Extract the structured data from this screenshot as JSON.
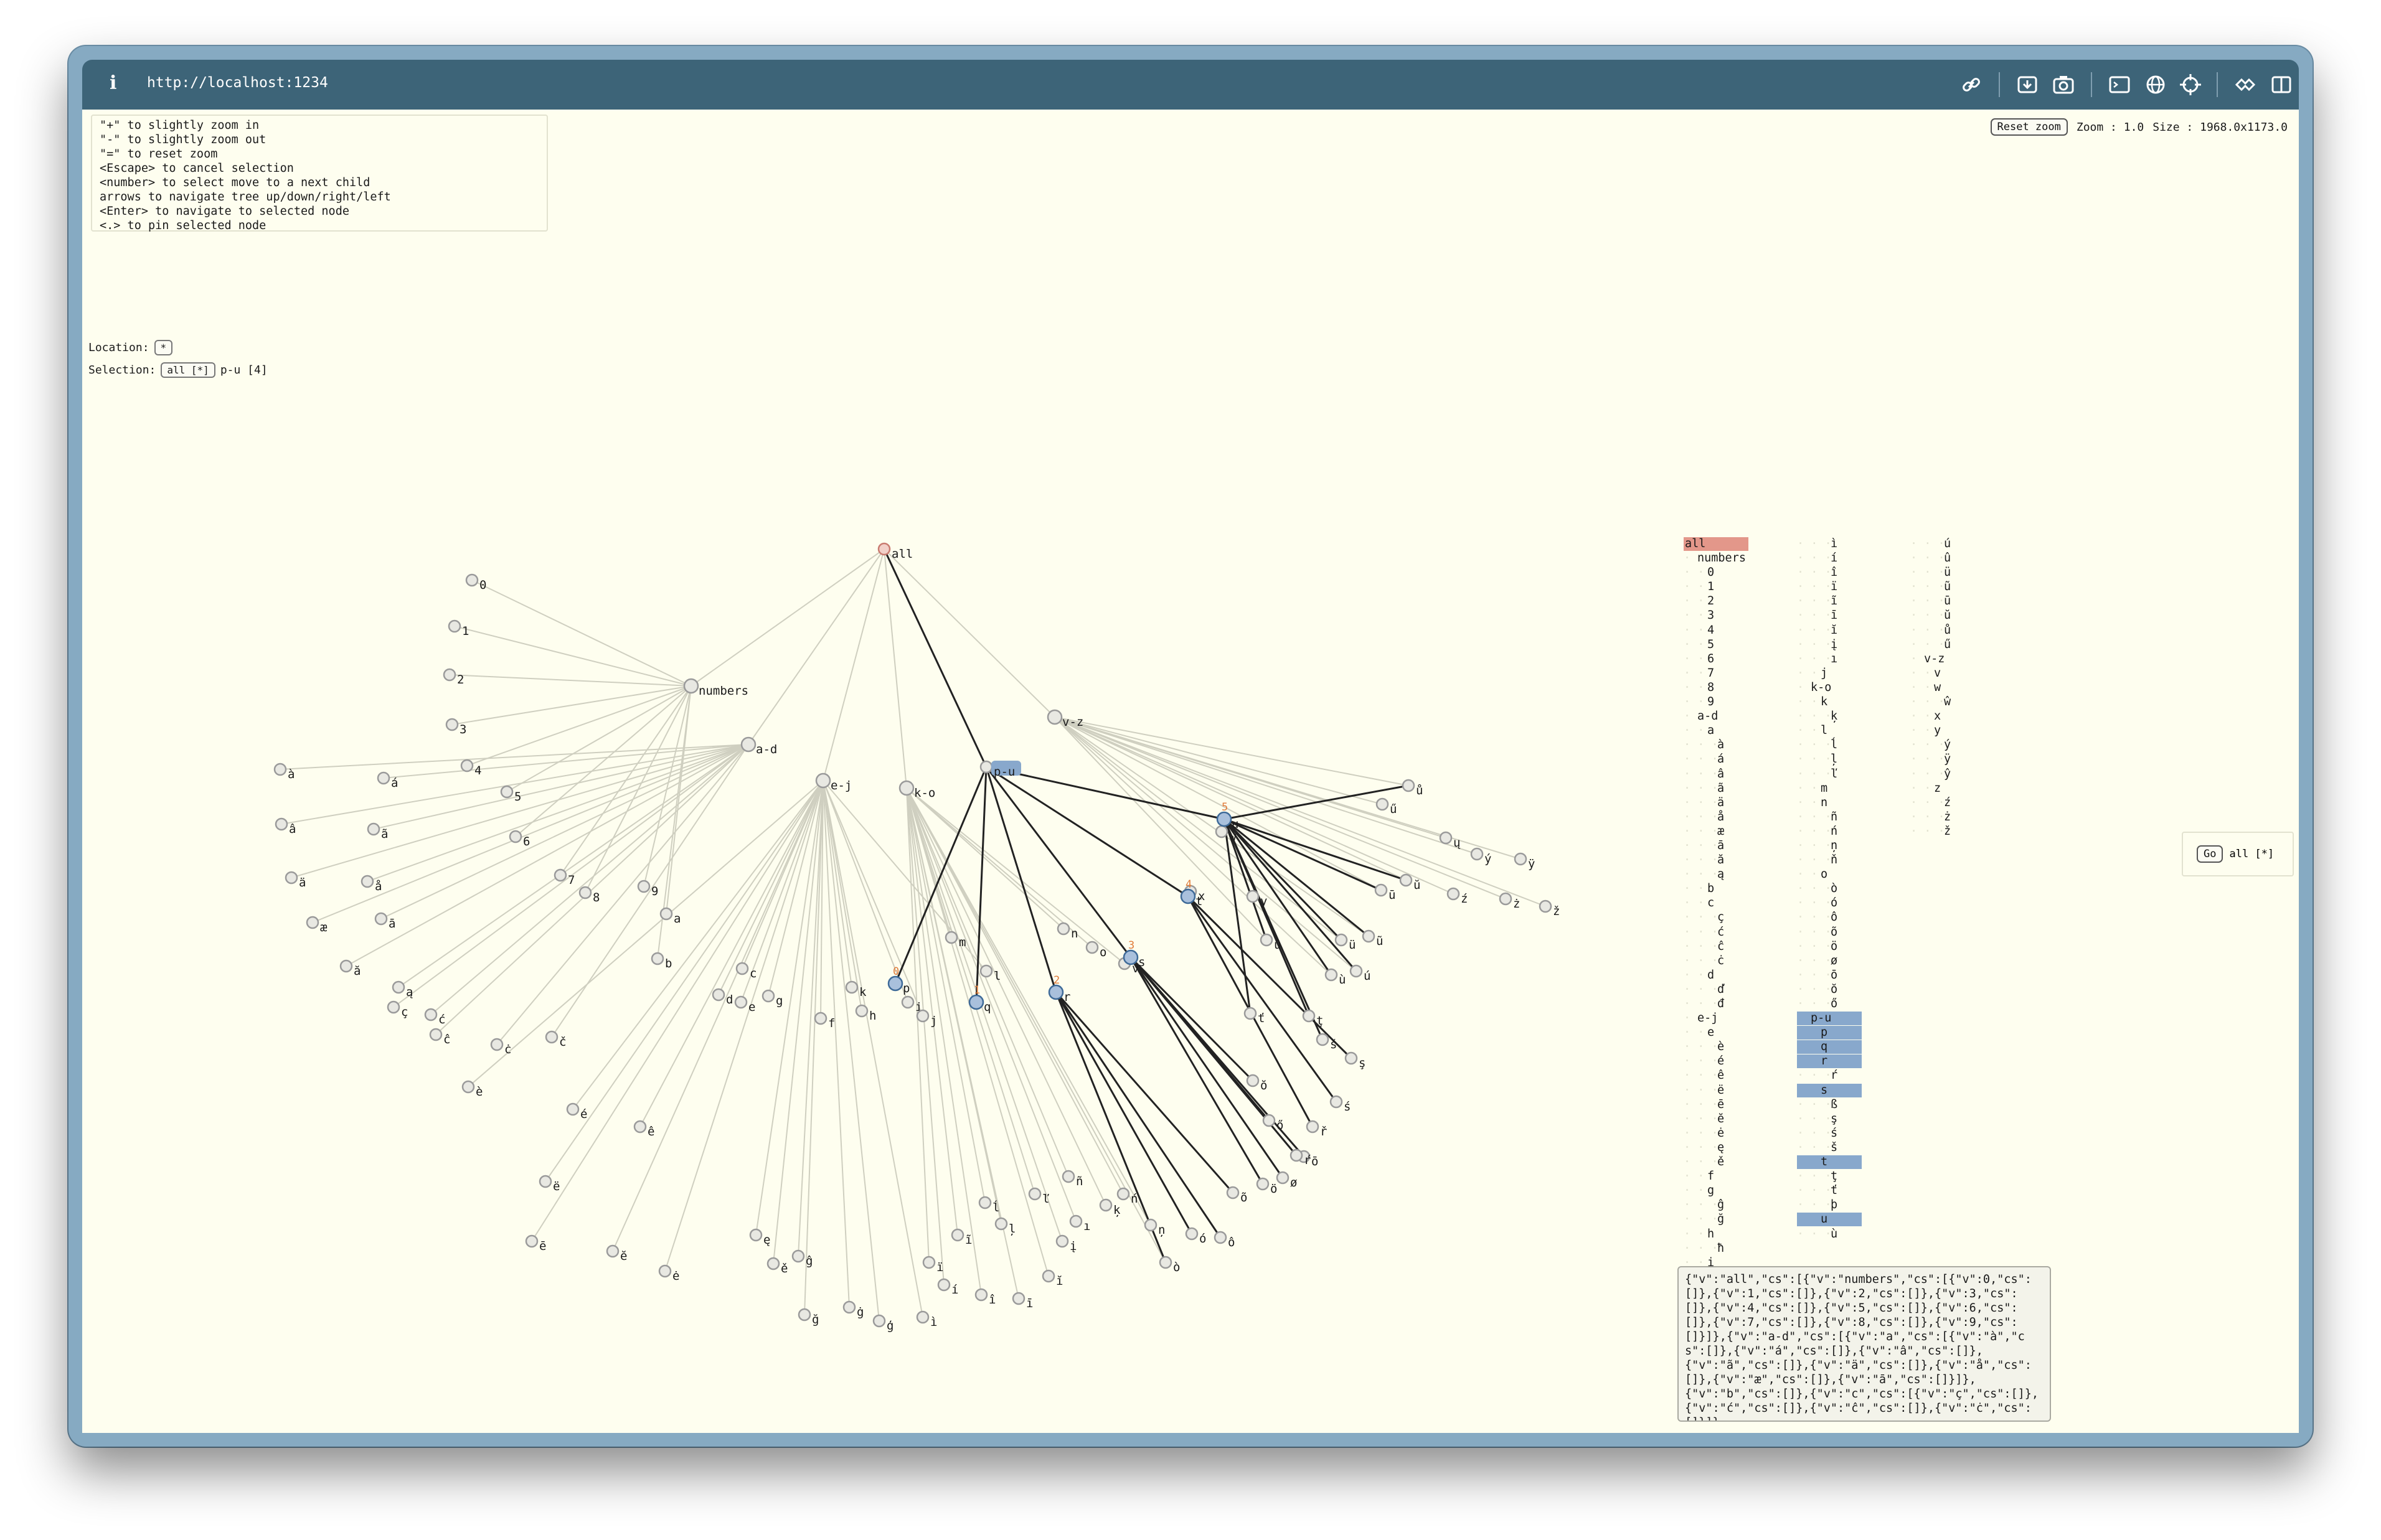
{
  "browser": {
    "url": "http://localhost:1234",
    "info_label": "i"
  },
  "help_lines": [
    "\"+\" to slightly zoom in",
    "\"-\" to slightly zoom out",
    "\"=\" to reset zoom",
    "<Escape> to cancel selection",
    "<number> to select move to a next child",
    "arrows to navigate tree up/down/right/left",
    "<Enter> to navigate to selected node",
    "<.> to pin selected node"
  ],
  "zoom": {
    "reset_label": "Reset zoom",
    "zoom_text": "Zoom : 1.0",
    "size_text": "Size : 1968.0x1173.0"
  },
  "location": {
    "label": "Location:",
    "value": "*"
  },
  "selection": {
    "label": "Selection:",
    "chip": "all [*]",
    "current": "p-u [4]"
  },
  "go": {
    "button": "Go",
    "target": "all [*]"
  },
  "colors": {
    "background": "#fefeef",
    "titlebar": "#3d6478",
    "highlight": "#88a8cc",
    "root": "#e3978a",
    "edge_active": "#222222",
    "edge": "#cfcfc0"
  },
  "graph": {
    "root": "all",
    "numbers_group": "numbers",
    "groups": [
      "a-d",
      "e-j",
      "k-o",
      "p-u",
      "v-z"
    ],
    "selected_children": [
      "p",
      "q",
      "r",
      "s",
      "t",
      "u"
    ],
    "child_indexes": [
      "0",
      "1",
      "2",
      "3",
      "4",
      "5"
    ],
    "number_leaves": [
      "0",
      "1",
      "2",
      "3"
    ],
    "leaves": [
      "à",
      "á",
      "â",
      "ã",
      "ä",
      "å",
      "æ",
      "ā",
      "ă",
      "ą",
      "ç",
      "ć",
      "ĉ",
      "ċ",
      "č",
      "è",
      "é",
      "ê",
      "ë",
      "ē",
      "ĕ",
      "ė",
      "ę",
      "ě",
      "ĝ",
      "ğ",
      "ġ",
      "ģ",
      "ì",
      "í",
      "î",
      "ï",
      "ĩ",
      "ī",
      "ĭ",
      "į",
      "ı",
      "ķ",
      "ĺ",
      "ļ",
      "ľ",
      "ñ",
      "ń",
      "ņ",
      "ò",
      "ó",
      "ô",
      "õ",
      "ö",
      "ø",
      "ō",
      "ŏ",
      "ő",
      "ŕ",
      "ř",
      "ś",
      "ş",
      "š",
      "ţ",
      "ť",
      "ù",
      "ú",
      "û",
      "ü",
      "ũ",
      "ū",
      "ŭ",
      "ů",
      "ű",
      "ų",
      "ý",
      "ÿ",
      "ź",
      "ż",
      "ž"
    ],
    "plain_leaves": [
      "4",
      "5",
      "6",
      "7",
      "8",
      "9",
      "a",
      "b",
      "c",
      "d",
      "e",
      "f",
      "g",
      "h",
      "i",
      "j",
      "k",
      "l",
      "m",
      "n",
      "o",
      "v",
      "w",
      "x",
      "y",
      "z"
    ]
  },
  "tree_list": {
    "col1": [
      {
        "t": "all",
        "d": 0,
        "hl": "root"
      },
      {
        "t": "numbers",
        "d": 1
      },
      {
        "t": "0",
        "d": 2
      },
      {
        "t": "1",
        "d": 2
      },
      {
        "t": "2",
        "d": 2
      },
      {
        "t": "3",
        "d": 2
      },
      {
        "t": "4",
        "d": 2
      },
      {
        "t": "5",
        "d": 2
      },
      {
        "t": "6",
        "d": 2
      },
      {
        "t": "7",
        "d": 2
      },
      {
        "t": "8",
        "d": 2
      },
      {
        "t": "9",
        "d": 2
      },
      {
        "t": "a-d",
        "d": 1
      },
      {
        "t": "a",
        "d": 2
      },
      {
        "t": "à",
        "d": 3
      },
      {
        "t": "á",
        "d": 3
      },
      {
        "t": "â",
        "d": 3
      },
      {
        "t": "ã",
        "d": 3
      },
      {
        "t": "ä",
        "d": 3
      },
      {
        "t": "å",
        "d": 3
      },
      {
        "t": "æ",
        "d": 3
      },
      {
        "t": "ā",
        "d": 3
      },
      {
        "t": "ă",
        "d": 3
      },
      {
        "t": "ą",
        "d": 3
      },
      {
        "t": "b",
        "d": 2
      },
      {
        "t": "c",
        "d": 2
      },
      {
        "t": "ç",
        "d": 3
      },
      {
        "t": "ć",
        "d": 3
      },
      {
        "t": "ĉ",
        "d": 3
      },
      {
        "t": "ċ",
        "d": 3
      },
      {
        "t": "d",
        "d": 2
      },
      {
        "t": "ď",
        "d": 3
      },
      {
        "t": "đ",
        "d": 3
      },
      {
        "t": "e-j",
        "d": 1
      },
      {
        "t": "e",
        "d": 2
      },
      {
        "t": "è",
        "d": 3
      },
      {
        "t": "é",
        "d": 3
      },
      {
        "t": "ê",
        "d": 3
      },
      {
        "t": "ë",
        "d": 3
      },
      {
        "t": "ē",
        "d": 3
      },
      {
        "t": "ĕ",
        "d": 3
      },
      {
        "t": "ė",
        "d": 3
      },
      {
        "t": "ę",
        "d": 3
      },
      {
        "t": "ě",
        "d": 3
      },
      {
        "t": "f",
        "d": 2
      },
      {
        "t": "g",
        "d": 2
      },
      {
        "t": "ĝ",
        "d": 3
      },
      {
        "t": "ğ",
        "d": 3
      },
      {
        "t": "h",
        "d": 2
      },
      {
        "t": "ħ",
        "d": 3
      },
      {
        "t": "i",
        "d": 2
      }
    ],
    "col2": [
      {
        "t": "ì",
        "d": 3
      },
      {
        "t": "í",
        "d": 3
      },
      {
        "t": "î",
        "d": 3
      },
      {
        "t": "ï",
        "d": 3
      },
      {
        "t": "ĩ",
        "d": 3
      },
      {
        "t": "ī",
        "d": 3
      },
      {
        "t": "ĭ",
        "d": 3
      },
      {
        "t": "į",
        "d": 3
      },
      {
        "t": "ı",
        "d": 3
      },
      {
        "t": "j",
        "d": 2
      },
      {
        "t": "k-o",
        "d": 1
      },
      {
        "t": "k",
        "d": 2
      },
      {
        "t": "ķ",
        "d": 3
      },
      {
        "t": "l",
        "d": 2
      },
      {
        "t": "ĺ",
        "d": 3
      },
      {
        "t": "ļ",
        "d": 3
      },
      {
        "t": "ľ",
        "d": 3
      },
      {
        "t": "m",
        "d": 2
      },
      {
        "t": "n",
        "d": 2
      },
      {
        "t": "ñ",
        "d": 3
      },
      {
        "t": "ń",
        "d": 3
      },
      {
        "t": "ņ",
        "d": 3
      },
      {
        "t": "ň",
        "d": 3
      },
      {
        "t": "o",
        "d": 2
      },
      {
        "t": "ò",
        "d": 3
      },
      {
        "t": "ó",
        "d": 3
      },
      {
        "t": "ô",
        "d": 3
      },
      {
        "t": "õ",
        "d": 3
      },
      {
        "t": "ö",
        "d": 3
      },
      {
        "t": "ø",
        "d": 3
      },
      {
        "t": "ō",
        "d": 3
      },
      {
        "t": "ŏ",
        "d": 3
      },
      {
        "t": "ő",
        "d": 3
      },
      {
        "t": "p-u",
        "d": 1,
        "hl": "sel"
      },
      {
        "t": "p",
        "d": 2,
        "hl": "sel"
      },
      {
        "t": "q",
        "d": 2,
        "hl": "sel"
      },
      {
        "t": "r",
        "d": 2,
        "hl": "sel"
      },
      {
        "t": "ŕ",
        "d": 3
      },
      {
        "t": "s",
        "d": 2,
        "hl": "sel"
      },
      {
        "t": "ß",
        "d": 3
      },
      {
        "t": "ş",
        "d": 3
      },
      {
        "t": "ś",
        "d": 3
      },
      {
        "t": "š",
        "d": 3
      },
      {
        "t": "t",
        "d": 2,
        "hl": "sel"
      },
      {
        "t": "ţ",
        "d": 3
      },
      {
        "t": "ť",
        "d": 3
      },
      {
        "t": "þ",
        "d": 3
      },
      {
        "t": "u",
        "d": 2,
        "hl": "sel"
      },
      {
        "t": "ù",
        "d": 3
      }
    ],
    "col3": [
      {
        "t": "ú",
        "d": 3
      },
      {
        "t": "û",
        "d": 3
      },
      {
        "t": "ü",
        "d": 3
      },
      {
        "t": "ũ",
        "d": 3
      },
      {
        "t": "ū",
        "d": 3
      },
      {
        "t": "ŭ",
        "d": 3
      },
      {
        "t": "ů",
        "d": 3
      },
      {
        "t": "ű",
        "d": 3
      },
      {
        "t": "v-z",
        "d": 1
      },
      {
        "t": "v",
        "d": 2
      },
      {
        "t": "w",
        "d": 2
      },
      {
        "t": "ŵ",
        "d": 3
      },
      {
        "t": "x",
        "d": 2
      },
      {
        "t": "y",
        "d": 2
      },
      {
        "t": "ý",
        "d": 3
      },
      {
        "t": "ÿ",
        "d": 3
      },
      {
        "t": "ŷ",
        "d": 3
      },
      {
        "t": "z",
        "d": 2
      },
      {
        "t": "ź",
        "d": 3
      },
      {
        "t": "ż",
        "d": 3
      },
      {
        "t": "ž",
        "d": 3
      }
    ]
  },
  "json_text": "{\"v\":\"all\",\"cs\":[{\"v\":\"numbers\",\"cs\":[{\"v\":0,\"cs\":[]},{\"v\":1,\"cs\":[]},{\"v\":2,\"cs\":[]},{\"v\":3,\"cs\":[]},{\"v\":4,\"cs\":[]},{\"v\":5,\"cs\":[]},{\"v\":6,\"cs\":[]},{\"v\":7,\"cs\":[]},{\"v\":8,\"cs\":[]},{\"v\":9,\"cs\":[]}]},{\"v\":\"a-d\",\"cs\":[{\"v\":\"a\",\"cs\":[{\"v\":\"à\",\"cs\":[]},{\"v\":\"á\",\"cs\":[]},{\"v\":\"â\",\"cs\":[]},{\"v\":\"ã\",\"cs\":[]},{\"v\":\"ä\",\"cs\":[]},{\"v\":\"å\",\"cs\":[]},{\"v\":\"æ\",\"cs\":[]},{\"v\":\"ā\",\"cs\":[]}]},{\"v\":\"b\",\"cs\":[]},{\"v\":\"c\",\"cs\":[{\"v\":\"ç\",\"cs\":[]},{\"v\":\"ć\",\"cs\":[]},{\"v\":\"ĉ\",\"cs\":[]},{\"v\":\"ċ\",\"cs\":[]}]}"
}
